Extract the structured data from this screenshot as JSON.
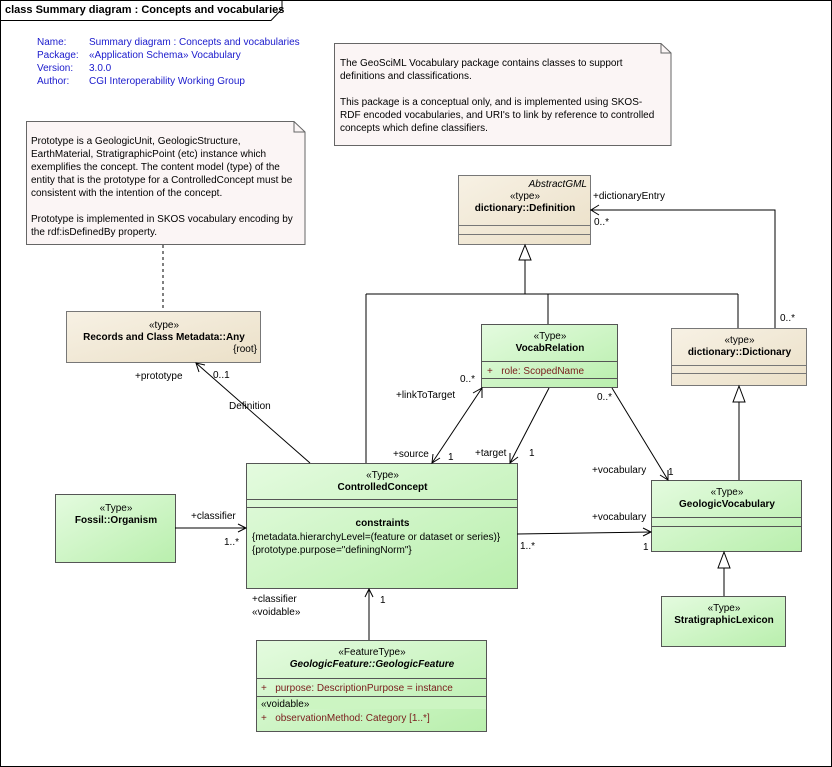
{
  "diagram": {
    "tab_title": "class Summary diagram : Concepts and vocabularies",
    "info": [
      {
        "key": "Name:",
        "value": "Summary diagram : Concepts and vocabularies"
      },
      {
        "key": "Package:",
        "value": "«Application Schema» Vocabulary"
      },
      {
        "key": "Version:",
        "value": "3.0.0"
      },
      {
        "key": "Author:",
        "value": "CGI Interoperability Working Group"
      }
    ]
  },
  "notes": {
    "package_note": [
      "The GeoSciML Vocabulary package contains classes to support definitions and classifications.",
      "This package is a conceptual only, and is implemented using SKOS-RDF encoded vocabularies, and URI's to link by reference to controlled concepts which define classifiers."
    ],
    "prototype_note": [
      "Prototype is a GeologicUnit, GeologicStructure, EarthMaterial, StratigraphicPoint (etc) instance which exemplifies the concept.  The content model (type) of the entity that is the prototype for a ControlledConcept must be consistent with the intention of the concept.",
      "Prototype is implemented in SKOS vocabulary encoding by the rdf:isDefinedBy property."
    ]
  },
  "classes": {
    "definition": {
      "abstract_label": "AbstractGML",
      "stereotype": "«type»",
      "name": "dictionary::Definition"
    },
    "records_any": {
      "stereotype": "«type»",
      "name": "Records and Class Metadata::Any",
      "tag": "{root}"
    },
    "vocab_relation": {
      "stereotype": "«Type»",
      "name": "VocabRelation",
      "attr_marker": "+",
      "attr": "role:  ScopedName"
    },
    "dictionary": {
      "stereotype": "«type»",
      "name": "dictionary::Dictionary"
    },
    "controlled_concept": {
      "stereotype": "«Type»",
      "name": "ControlledConcept",
      "constraints_title": "constraints",
      "constraints": [
        "{metadata.hierarchyLevel=(feature or dataset or series)}",
        "{prototype.purpose=\"definingNorm\"}"
      ]
    },
    "fossil_organism": {
      "stereotype": "«Type»",
      "name": "Fossil::Organism"
    },
    "geologic_vocabulary": {
      "stereotype": "«Type»",
      "name": "GeologicVocabulary"
    },
    "stratigraphic_lexicon": {
      "stereotype": "«Type»",
      "name": "StratigraphicLexicon"
    },
    "geologic_feature": {
      "stereotype": "«FeatureType»",
      "name": "GeologicFeature::GeologicFeature",
      "attr1_marker": "+",
      "attr1": "purpose:  DescriptionPurpose = instance",
      "voidable": "«voidable»",
      "attr2_marker": "+",
      "attr2": "observationMethod:  Category [1..*]"
    }
  },
  "labels": {
    "dictionary_entry": "+dictionaryEntry",
    "dict_entry_mult": "0..*",
    "dict_mult": "0..*",
    "prototype": "+prototype",
    "prototype_mult": "0..1",
    "definition_role": "Definition",
    "link_to_target": "+linkToTarget",
    "link_mult": "0..*",
    "source": "+source",
    "source_mult": "1",
    "target": "+target",
    "target_mult": "1",
    "vr_vocab_mult": "0..*",
    "vocabulary_1": "+vocabulary",
    "vocabulary_1_mult": "1",
    "vocabulary_2": "+vocabulary",
    "vocabulary_2_mult": "1",
    "cc_vocab_mult": "1..*",
    "classifier_1": "+classifier",
    "classifier_1_mult": "1..*",
    "classifier_2": "+classifier",
    "voidable_role": "«voidable»",
    "classifier_2_mult": "1"
  },
  "colors": {
    "frame": "#000000",
    "info_text": "#1a1acc",
    "note_fill": "#fbf5f5",
    "type_fill": "#f5efe2",
    "class_fill": "#cff7c6",
    "class_fill_dark": "#b8efab",
    "attr_text": "#7a1c1c"
  }
}
